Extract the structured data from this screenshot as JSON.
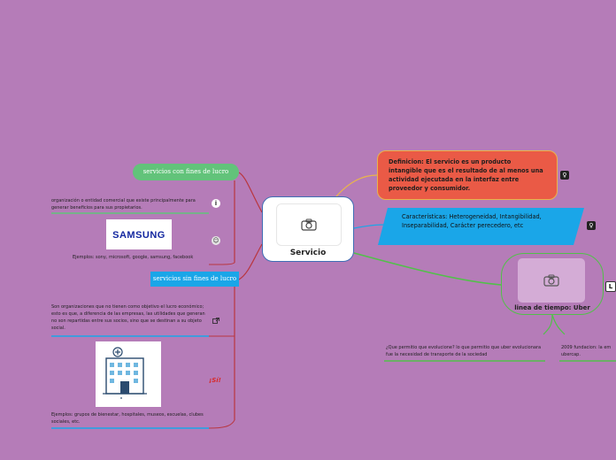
{
  "central": {
    "label": "Servicio",
    "icon": "camera-icon"
  },
  "left": {
    "lucro": {
      "label": "servicios con fines de lucro",
      "definition": "organización o entidad comercial que existe principalmente para generar beneficios para sus propietarios.",
      "logo_text": "SAMSUNG",
      "examples": "Ejemplos: sony, microsoft, google, samsung, facebook"
    },
    "sin_lucro": {
      "label": "servicios sin fines de lucro",
      "definition": "Son organizaciones que no tienen como objetivo el lucro económico; esto es que, a diferencia de las empresas, las utilidades que generan no son repartidas entre sus socios, sino que se destinan a su objeto social.",
      "exclaim": "¡Sí!",
      "examples": "Ejemplos: grupos de bienestar, hospitales, museos, escuelas, clubes sociales, etc."
    }
  },
  "right": {
    "definicion": "Definicion: El servicio es un producto intangible que es el resultado de al menos una actividad ejecutada en la interfaz entre proveedor y consumidor.",
    "caracteristicas": "Características: Heterogeneidad, Intangibilidad, Inseparabilidad, Carácter perecedero, etc",
    "linea": {
      "label": "linea de tiempo: Uber",
      "sub1": "¿Que permitio que evolucione? lo que permitio que uber evolucionara fue la necesidad de transporte de la sociedad",
      "sub2_line1": "2009 fundacion: la em",
      "sub2_line2": "ubercap."
    }
  },
  "colors": {
    "background": "#b57cb8",
    "central_border": "#3f6fb5",
    "green": "#62c37a",
    "blue": "#1aa6e8",
    "definicion_fill": "#ea5a46",
    "caracteristicas_fill": "#1aa6e8",
    "linea_border": "#52c04a",
    "line_red": "#b9363f",
    "line_orange": "#e9b44c"
  }
}
